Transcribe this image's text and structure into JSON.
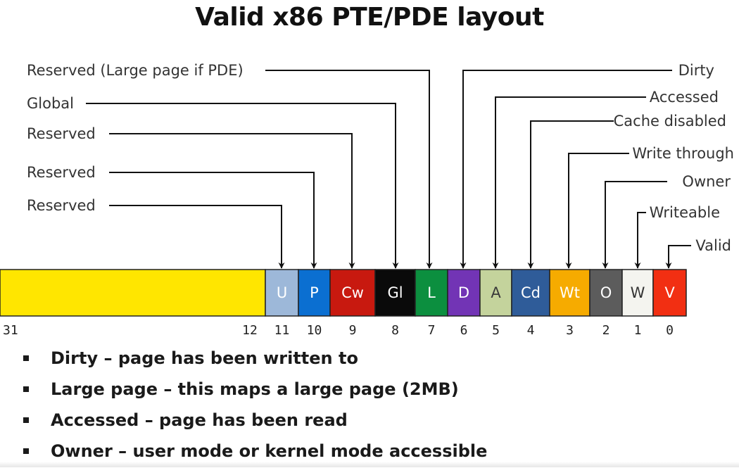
{
  "title": "Valid x86 PTE/PDE layout",
  "bit_fields": [
    {
      "letter": "U",
      "bit": "11",
      "color": "#9db8d9",
      "text_color": "#ffffff"
    },
    {
      "letter": "P",
      "bit": "10",
      "color": "#0b6fd1",
      "text_color": "#ffffff"
    },
    {
      "letter": "Cw",
      "bit": "9",
      "color": "#c8190f",
      "text_color": "#ffffff"
    },
    {
      "letter": "Gl",
      "bit": "8",
      "color": "#0a0a0a",
      "text_color": "#ffffff"
    },
    {
      "letter": "L",
      "bit": "7",
      "color": "#0c8f3f",
      "text_color": "#ffffff"
    },
    {
      "letter": "D",
      "bit": "6",
      "color": "#7234b5",
      "text_color": "#ffffff"
    },
    {
      "letter": "A",
      "bit": "5",
      "color": "#c4d39c",
      "text_color": "#3a3a3a"
    },
    {
      "letter": "Cd",
      "bit": "4",
      "color": "#2f5c99",
      "text_color": "#ffffff"
    },
    {
      "letter": "Wt",
      "bit": "3",
      "color": "#f6ab00",
      "text_color": "#ffffff"
    },
    {
      "letter": "O",
      "bit": "2",
      "color": "#5c5c5c",
      "text_color": "#ffffff"
    },
    {
      "letter": "W",
      "bit": "1",
      "color": "#f4f4ef",
      "text_color": "#333333"
    },
    {
      "letter": "V",
      "bit": "0",
      "color": "#f22f12",
      "text_color": "#ffffff"
    }
  ],
  "pfn_field": {
    "color": "#ffe600",
    "bit_high": "31",
    "bit_low": "12"
  },
  "labels_left": [
    {
      "text": "Reserved (Large page if PDE)",
      "bit": "7"
    },
    {
      "text": "Global",
      "bit": "8"
    },
    {
      "text": "Reserved",
      "bit": "9"
    },
    {
      "text": "Reserved",
      "bit": "10"
    },
    {
      "text": "Reserved",
      "bit": "11"
    }
  ],
  "labels_right": [
    {
      "text": "Dirty",
      "bit": "6"
    },
    {
      "text": "Accessed",
      "bit": "5"
    },
    {
      "text": "Cache disabled",
      "bit": "4"
    },
    {
      "text": "Write through",
      "bit": "3"
    },
    {
      "text": "Owner",
      "bit": "2"
    },
    {
      "text": "Writeable",
      "bit": "1"
    },
    {
      "text": "Valid",
      "bit": "0"
    }
  ],
  "bullets": [
    "Dirty – page has been written to",
    "Large page – this maps a large page (2MB)",
    "Accessed – page has been read",
    "Owner – user mode or kernel mode accessible"
  ]
}
